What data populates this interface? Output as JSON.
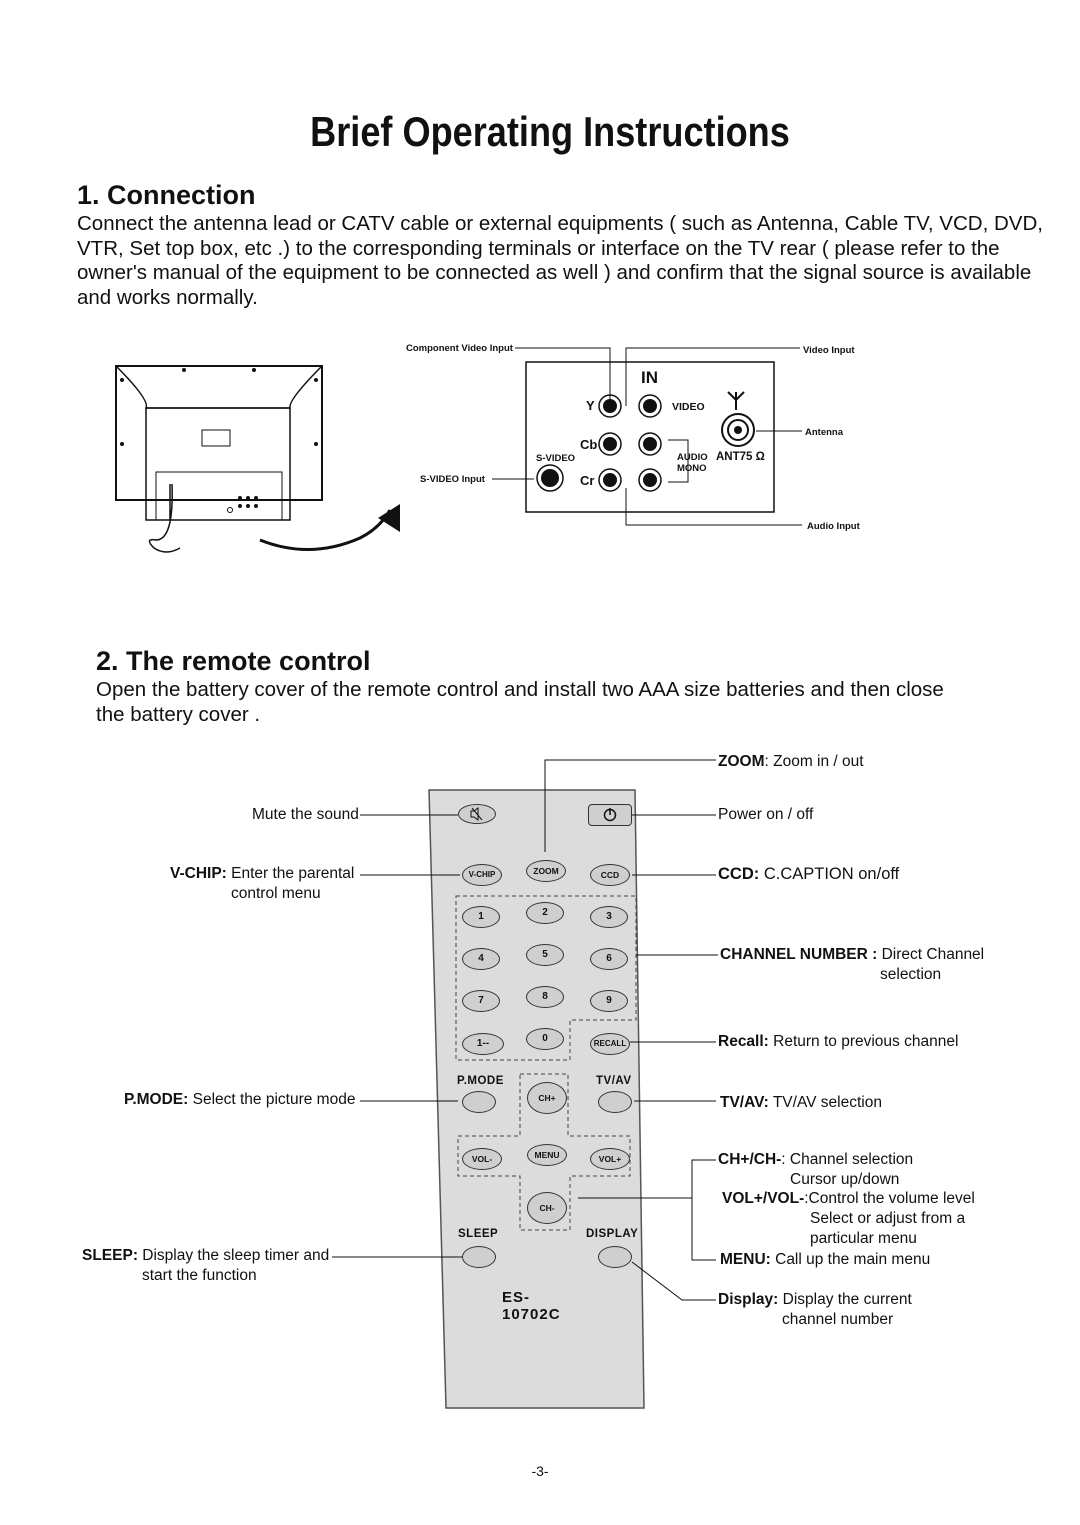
{
  "page_title": "Brief Operating Instructions",
  "section1": {
    "heading": "1. Connection",
    "lines": [
      "Connect the antenna lead or CATV cable or external equipments ( such as Antenna, Cable TV, VCD, DVD,",
      "VTR, Set top box, etc .) to the corresponding terminals or interface on the TV rear ( please refer to the",
      "owner's manual of the equipment to be connected as well ) and confirm that the signal source is available",
      "and works normally."
    ]
  },
  "panel": {
    "component_video_input": "Component Video Input",
    "video_input": "Video Input",
    "antenna": "Antenna",
    "audio_input": "Audio Input",
    "svideo_input": "S-VIDEO Input",
    "in": "IN",
    "y": "Y",
    "cb": "Cb",
    "cr": "Cr",
    "video": "VIDEO",
    "svideo": "S-VIDEO",
    "audio": "AUDIO",
    "mono": "MONO",
    "ant": "ANT75 Ω"
  },
  "section2": {
    "heading": "2.  The remote control",
    "lines": [
      "Open the  battery cover of the remote control and install two AAA size batteries and then close",
      "the battery cover ."
    ]
  },
  "remote": {
    "model": "ES-10702C",
    "keys": {
      "vchip": "V-CHIP",
      "zoom": "ZOOM",
      "ccd": "CCD",
      "k1": "1",
      "k2": "2",
      "k3": "3",
      "k4": "4",
      "k5": "5",
      "k6": "6",
      "k7": "7",
      "k8": "8",
      "k9": "9",
      "k1dash": "1--",
      "k0": "0",
      "recall": "RECALL",
      "pmode": "P.MODE",
      "tvav": "TV/AV",
      "chup": "CH+",
      "volminus": "VOL-",
      "menu": "MENU",
      "volplus": "VOL+",
      "chdown": "CH-",
      "sleep": "SLEEP",
      "display": "DISPLAY"
    }
  },
  "labels": {
    "mute": "Mute the sound",
    "vchip_b": "V-CHIP:",
    "vchip_t1": " Enter the parental",
    "vchip_t2": "control menu",
    "pmode_b": "P.MODE:",
    "pmode_t": " Select the picture mode",
    "sleep_b": "SLEEP:",
    "sleep_t1": " Display the sleep timer and",
    "sleep_t2": "start the function",
    "zoom_b": "ZOOM",
    "zoom_t": ": Zoom in / out",
    "power": "Power on / off",
    "ccd_b": "CCD:",
    "ccd_t": " C.CAPTION on/off",
    "chnum_b": "CHANNEL NUMBER :",
    "chnum_t1": " Direct Channel",
    "chnum_t2": "selection",
    "recall_b": "Recall:",
    "recall_t": " Return to previous channel",
    "tvav_b": "TV/AV:",
    "tvav_t": " TV/AV selection",
    "ch_b": "CH+/CH-",
    "ch_t1": ": Channel selection",
    "ch_t2": "Cursor up/down",
    "vol_b": "VOL+/VOL-",
    "vol_t1": ":Control the volume level",
    "vol_t2": "Select or adjust from a",
    "vol_t3": "particular menu",
    "menu_b": "MENU:",
    "menu_t": " Call up the main menu",
    "display_b": "Display:",
    "display_t1": " Display the current",
    "display_t2": "channel number"
  },
  "page_number": "-3-"
}
